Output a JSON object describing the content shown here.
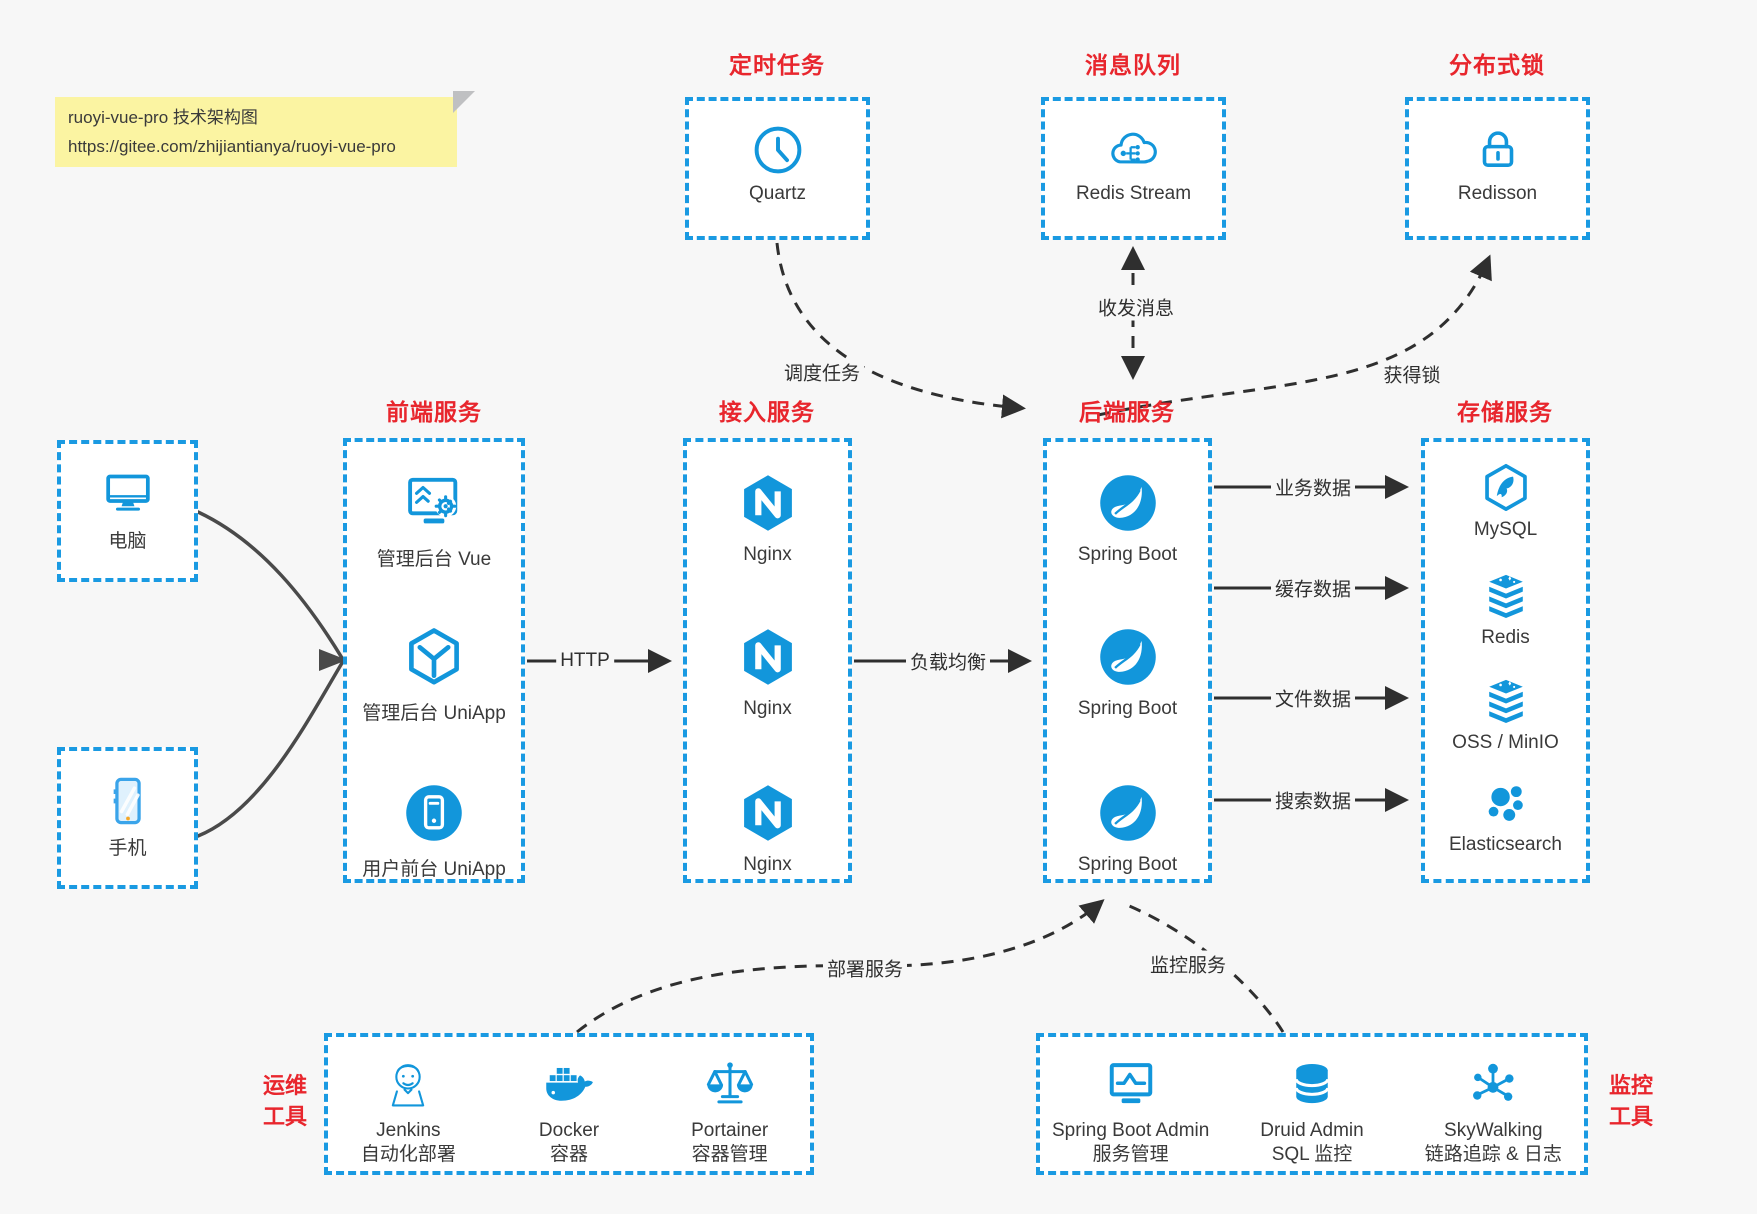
{
  "note": {
    "line1": "ruoyi-vue-pro 技术架构图",
    "line2": "https://gitee.com/zhijiantianya/ruoyi-vue-pro"
  },
  "top": {
    "scheduled": {
      "title": "定时任务",
      "item": "Quartz",
      "icon": "clock-icon"
    },
    "mq": {
      "title": "消息队列",
      "item": "Redis Stream",
      "icon": "cloud-queue-icon"
    },
    "lock": {
      "title": "分布式锁",
      "item": "Redisson",
      "icon": "lock-icon"
    }
  },
  "clients": {
    "pc": "电脑",
    "mobile": "手机"
  },
  "frontend": {
    "title": "前端服务",
    "items": [
      "管理后台 Vue",
      "管理后台 UniApp",
      "用户前台 UniApp"
    ]
  },
  "gateway": {
    "title": "接入服务",
    "items": [
      "Nginx",
      "Nginx",
      "Nginx"
    ]
  },
  "backend": {
    "title": "后端服务",
    "items": [
      "Spring Boot",
      "Spring Boot",
      "Spring Boot"
    ]
  },
  "storage": {
    "title": "存储服务",
    "items": [
      "MySQL",
      "Redis",
      "OSS / MinIO",
      "Elasticsearch"
    ]
  },
  "ops": {
    "title1": "运维",
    "title2": "工具",
    "items": [
      {
        "name": "Jenkins",
        "desc": "自动化部署"
      },
      {
        "name": "Docker",
        "desc": "容器"
      },
      {
        "name": "Portainer",
        "desc": "容器管理"
      }
    ]
  },
  "monitoring": {
    "title1": "监控",
    "title2": "工具",
    "items": [
      {
        "name": "Spring Boot Admin",
        "desc": "服务管理"
      },
      {
        "name": "Druid Admin",
        "desc": "SQL 监控"
      },
      {
        "name": "SkyWalking",
        "desc": "链路追踪 & 日志"
      }
    ]
  },
  "edges": {
    "http": "HTTP",
    "load_balance": "负载均衡",
    "business_data": "业务数据",
    "cache_data": "缓存数据",
    "file_data": "文件数据",
    "search_data": "搜索数据",
    "schedule_task": "调度任务",
    "send_receive_msg": "收发消息",
    "acquire_lock": "获得锁",
    "deploy_service": "部署服务",
    "monitor_service": "监控服务"
  },
  "colors": {
    "icon_blue": "#1296db",
    "border_blue": "#1a9ae2",
    "title_red": "#e8262d",
    "background": "#f7f7f7",
    "box_background": "#ffffff",
    "note_background": "#fbf4a2",
    "label_text": "#3a3a3a",
    "connector": "#2f2f2f"
  }
}
